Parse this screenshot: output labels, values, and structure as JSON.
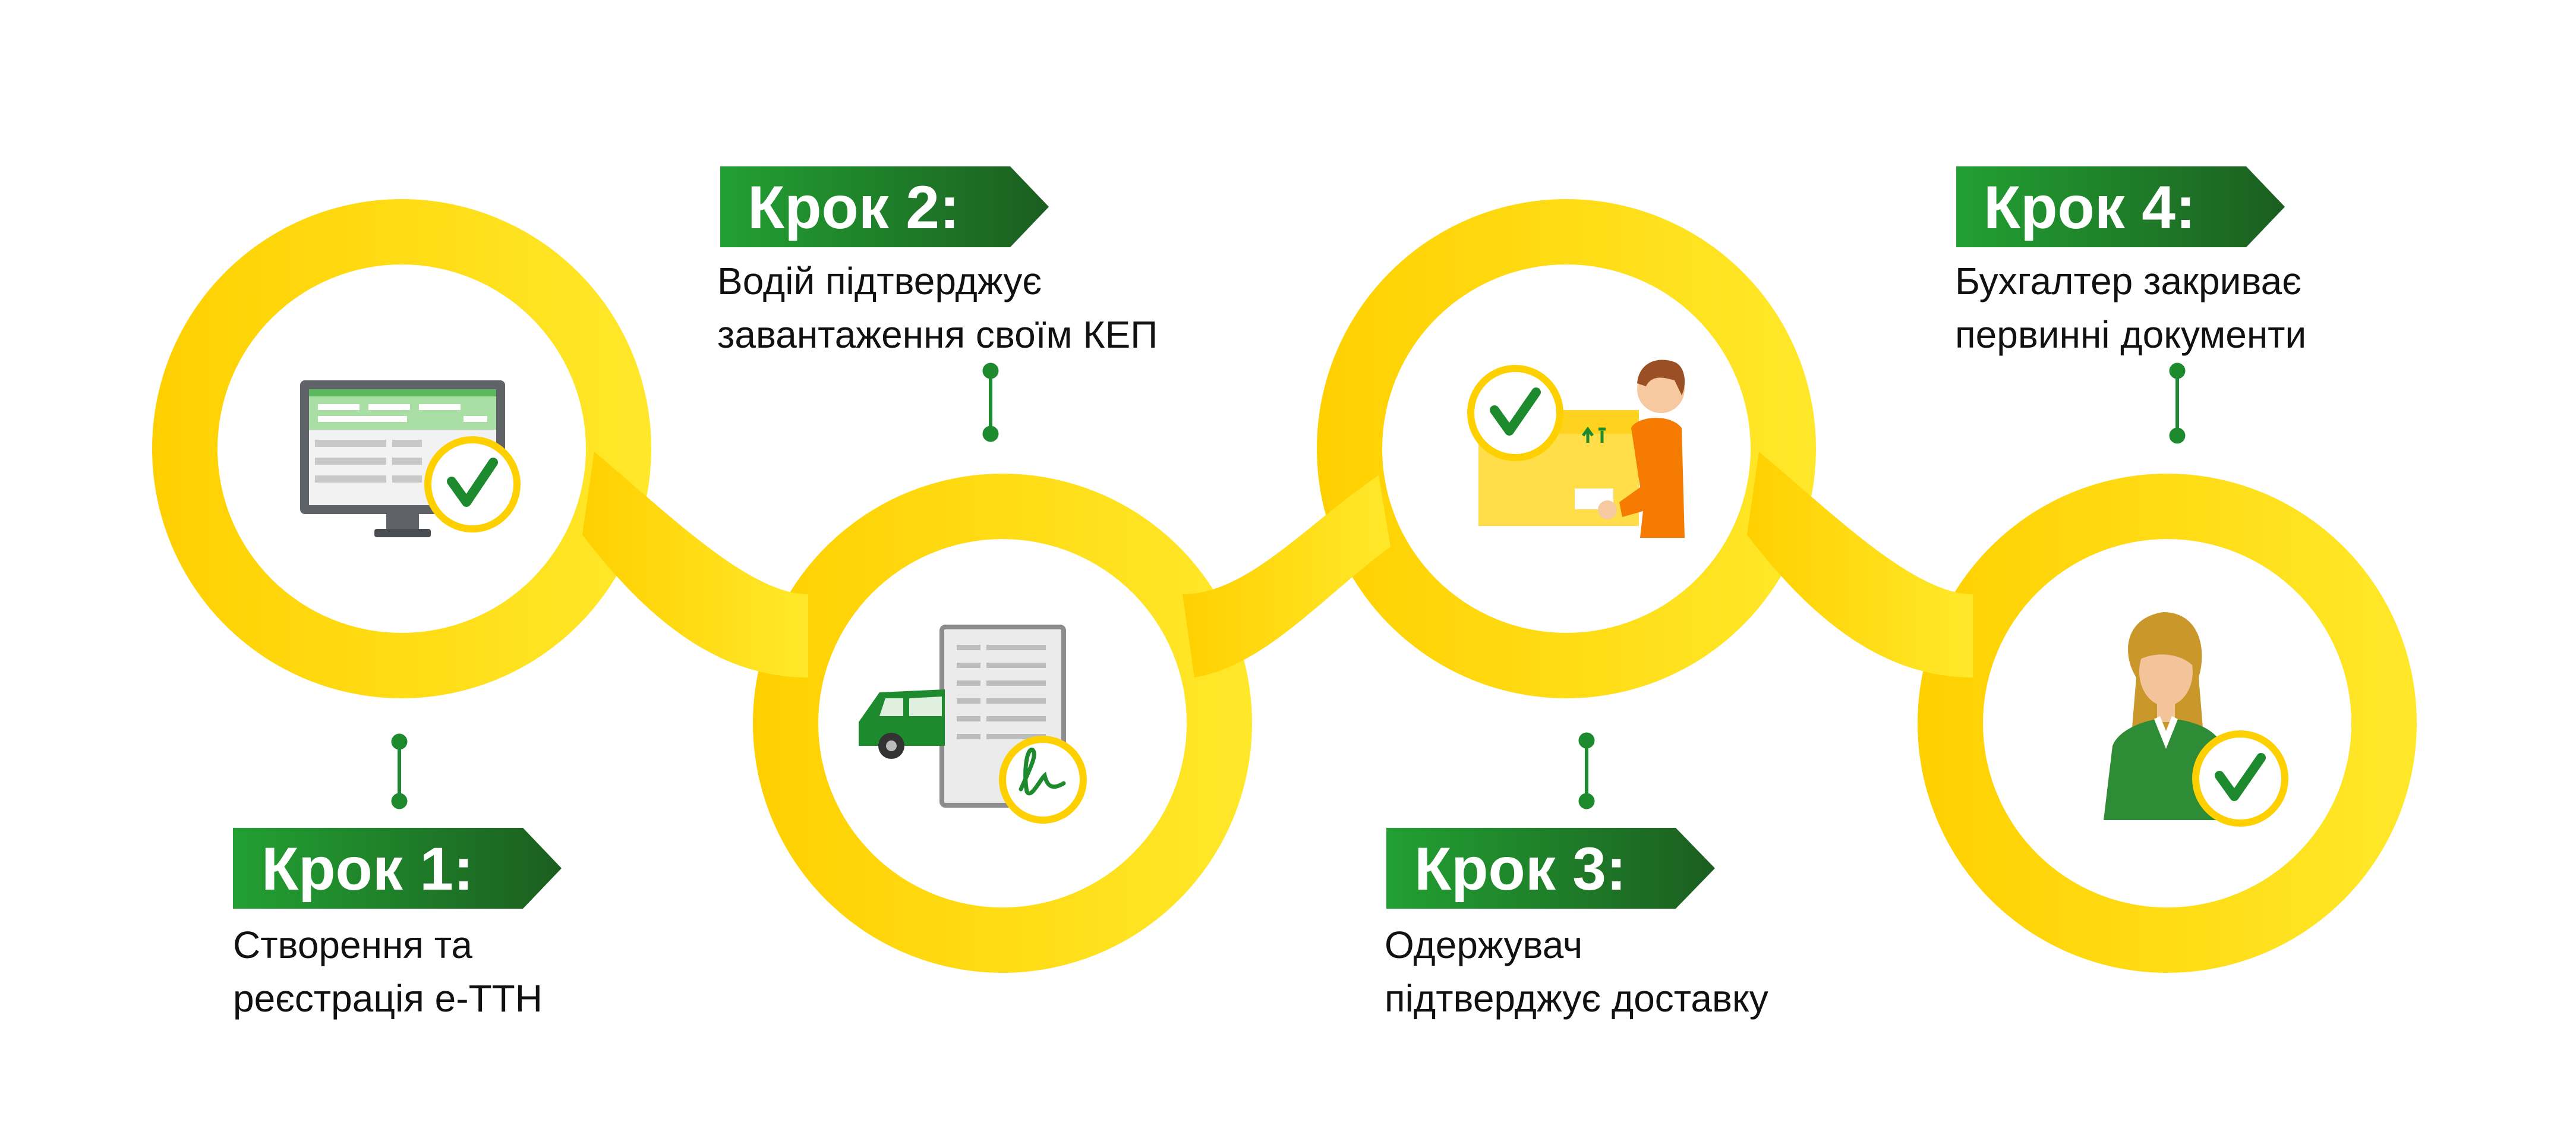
{
  "steps": [
    {
      "label": "Крок 1:",
      "line1": "Створення та",
      "line2": "реєстрація е-ТТН"
    },
    {
      "label": "Крок 2:",
      "line1": "Водій підтверджує",
      "line2": "завантаження своїм КЕП"
    },
    {
      "label": "Крок 3:",
      "line1": "Одержувач",
      "line2": "підтверджує доставку"
    },
    {
      "label": "Крок 4:",
      "line1": "Бухгалтер закриває",
      "line2": "первинні документи"
    }
  ],
  "icons": [
    "monitor-checkmark-icon",
    "car-signed-document-icon",
    "courier-package-checkmark-icon",
    "accountant-checkmark-icon"
  ],
  "colors": {
    "yellow": "#FFD500",
    "yellow_light": "#FFE627",
    "green": "#1E8A2E",
    "green_dark": "#1B5E20",
    "text": "#111111"
  }
}
